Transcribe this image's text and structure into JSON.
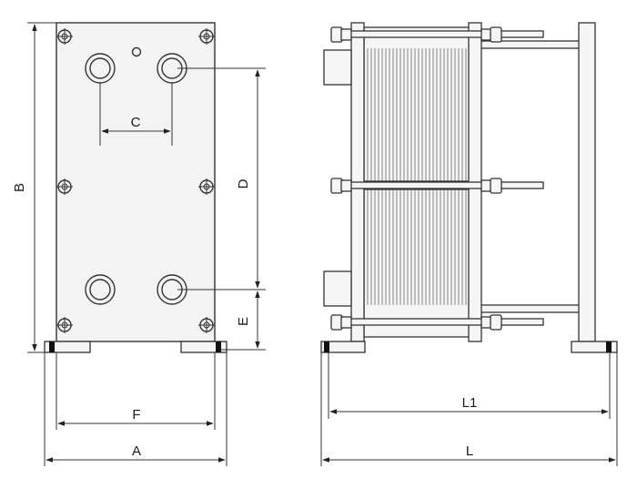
{
  "diagram": {
    "labels": {
      "a": "A",
      "b": "B",
      "c": "C",
      "d": "D",
      "e": "E",
      "f": "F",
      "l": "L",
      "l1": "L1"
    },
    "colors": {
      "line": "#333333",
      "fill": "#f3f3f3",
      "background": "#ffffff"
    }
  }
}
